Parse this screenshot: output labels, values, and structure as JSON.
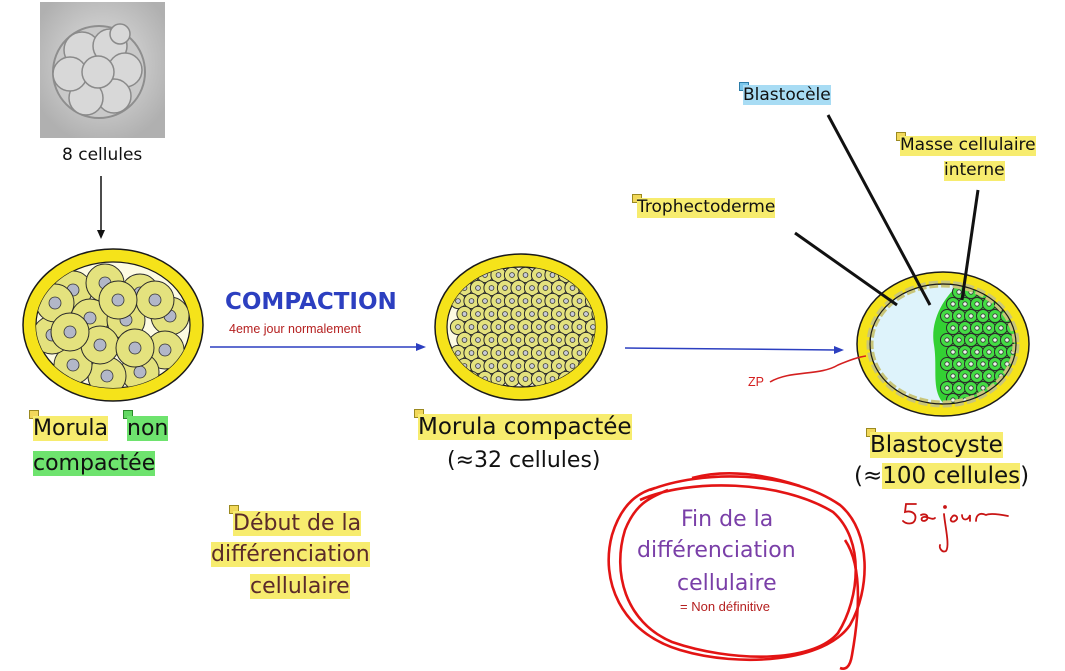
{
  "labels": {
    "eight_cells": "8 cellules",
    "compaction": "COMPACTION",
    "compaction_note": "4eme jour normalement",
    "morula_non_1": "Morula",
    "morula_non_2": "non",
    "morula_non_3": "compactée",
    "morula_comp": "Morula compactée",
    "morula_comp_count": "(≈32 cellules)",
    "blastocyste": "Blastocyste",
    "blasto_count_open": "(≈",
    "blasto_count": "100 cellules",
    "blasto_count_close": ")",
    "blastocele": "Blastocèle",
    "masse_1": "Masse cellulaire",
    "masse_2": "interne",
    "trophecto": "Trophectoderme",
    "zp": "ZP",
    "debut_1": "Début de la",
    "debut_2": "différenciation",
    "debut_3": "cellulaire",
    "fin_1": "Fin de la",
    "fin_2": "différenciation",
    "fin_3": "cellulaire",
    "fin_note": "= Non définitive",
    "handwritten": "5e jour"
  },
  "colors": {
    "zona_yellow": "#f5e31a",
    "cell_fill": "#e4e27e",
    "nucleus": "#b2b7c8",
    "icm_green": "#33d033",
    "cavity_blue": "#def3fb",
    "highlight_yellow": "#f7ec6e",
    "highlight_green": "#6ee36e",
    "compaction_blue": "#2c3fc0",
    "red": "#d42020",
    "purple": "#7a3fa8"
  }
}
